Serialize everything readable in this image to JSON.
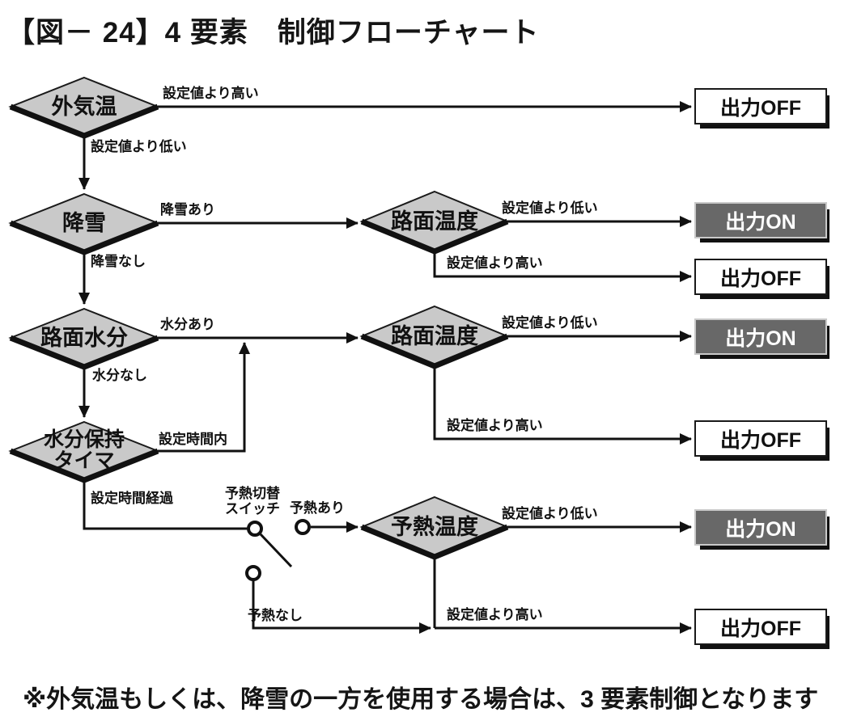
{
  "title": "【図－ 24】4 要素　制御フローチャート",
  "footnote": "※外気温もしくは、降雪の一方を使用する場合は、3 要素制御となります",
  "diamonds": [
    {
      "id": "outside-temp",
      "label": "外気温"
    },
    {
      "id": "snowfall",
      "label": "降雪"
    },
    {
      "id": "road-moisture",
      "label": "路面水分"
    },
    {
      "id": "moisture-timer",
      "label": "水分保持",
      "label2": "タイマ"
    },
    {
      "id": "road-temp-1",
      "label": "路面温度"
    },
    {
      "id": "road-temp-2",
      "label": "路面温度"
    },
    {
      "id": "preheat-temp",
      "label": "予熱温度"
    }
  ],
  "outputs": [
    {
      "label": "出力OFF",
      "state": "off"
    },
    {
      "label": "出力ON",
      "state": "on"
    },
    {
      "label": "出力OFF",
      "state": "off"
    },
    {
      "label": "出力ON",
      "state": "on"
    },
    {
      "label": "出力OFF",
      "state": "off"
    },
    {
      "label": "出力ON",
      "state": "on"
    },
    {
      "label": "出力OFF",
      "state": "off"
    }
  ],
  "edge_labels": {
    "higher_than_set_1": "設定値より高い",
    "lower_than_set_1": "設定値より低い",
    "snow_yes": "降雪あり",
    "snow_no": "降雪なし",
    "lower_than_set_2": "設定値より低い",
    "higher_than_set_2": "設定値より高い",
    "moisture_yes": "水分あり",
    "moisture_no": "水分なし",
    "lower_than_set_3": "設定値より低い",
    "higher_than_set_3": "設定値より高い",
    "within_set_time": "設定時間内",
    "set_time_elapsed": "設定時間経過",
    "preheat_switch_line1": "予熱切替",
    "preheat_switch_line2": "スイッチ",
    "preheat_yes": "予熱あり",
    "preheat_no": "予熱なし",
    "lower_than_set_4": "設定値より低い",
    "higher_than_set_4": "設定値より高い"
  },
  "colors": {
    "line": "#111111",
    "diamond_fill": "#c9c9c9",
    "on_box_bg": "#686868",
    "on_box_text": "#ffffff",
    "off_box_bg": "#ffffff",
    "shadow": "#111111"
  }
}
